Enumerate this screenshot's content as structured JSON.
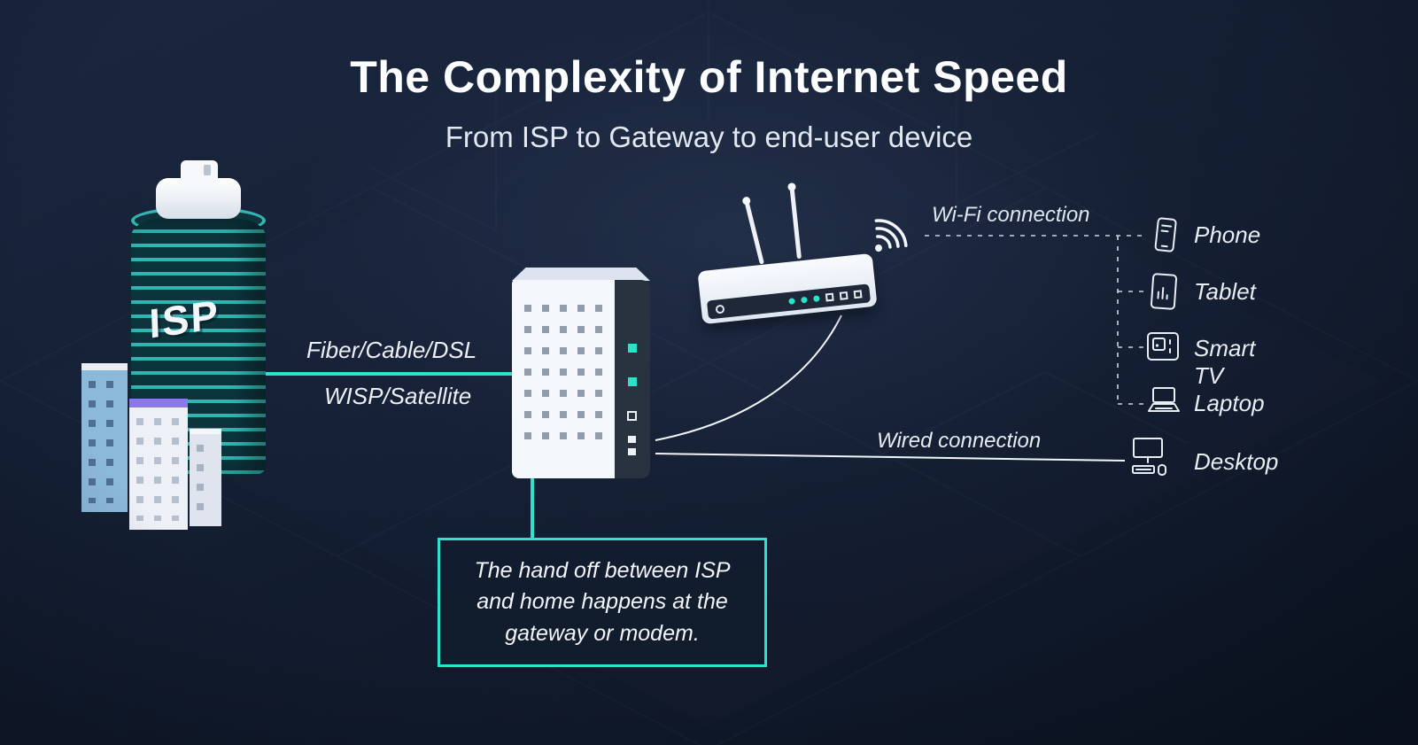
{
  "header": {
    "title": "The Complexity of Internet Speed",
    "subtitle": "From ISP to Gateway to end-user device"
  },
  "isp": {
    "label": "ISP"
  },
  "connections": {
    "fiber_label": "Fiber/Cable/DSL",
    "wisp_label": "WISP/Satellite",
    "wifi_label": "Wi-Fi connection",
    "wired_label": "Wired connection"
  },
  "devices": [
    {
      "name": "phone",
      "icon": "phone-icon",
      "label": "Phone"
    },
    {
      "name": "tablet",
      "icon": "tablet-icon",
      "label": "Tablet"
    },
    {
      "name": "smart-tv",
      "icon": "smart-tv-icon",
      "label": "Smart TV"
    },
    {
      "name": "laptop",
      "icon": "laptop-icon",
      "label": "Laptop"
    },
    {
      "name": "desktop",
      "icon": "desktop-icon",
      "label": "Desktop"
    }
  ],
  "callout": {
    "text": "The hand off between ISP and home happens at the gateway or modem."
  },
  "colors": {
    "accent": "#2be3c9",
    "background": "#131d30",
    "line": "#f2f5f9",
    "purple_accent": "#8e76f0"
  }
}
